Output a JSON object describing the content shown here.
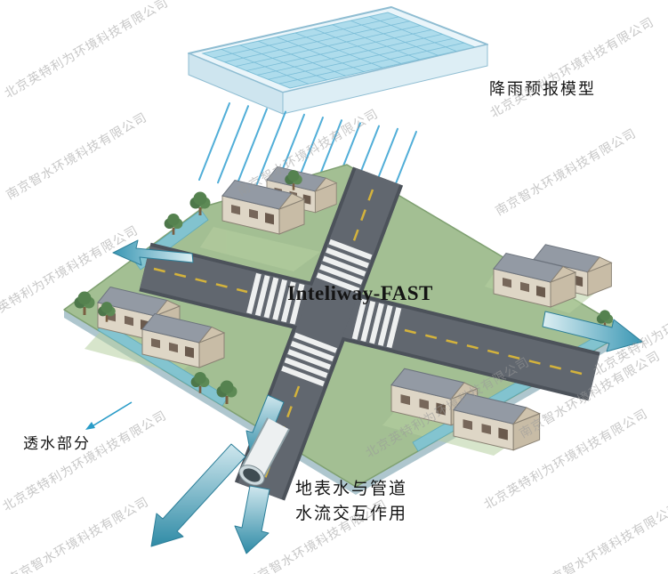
{
  "labels": {
    "rain_model": "降雨预报模型",
    "title": "Inteliway-FAST",
    "permeable": "透水部分",
    "interaction_line1": "地表水与管道",
    "interaction_line2": "水流交互作用"
  },
  "watermarks": {
    "beijing": "北京英特利为环境科技有限公司",
    "nanjing": "南京智水环境科技有限公司"
  },
  "colors": {
    "rain": "#3fa6d4",
    "water_surface": "#aedcec",
    "arrow_teal": "#3a97b4",
    "road": "#4c525a",
    "grass": "#a3bf93",
    "crosswalk": "#eef0f0",
    "center_line": "#d4b33c"
  }
}
